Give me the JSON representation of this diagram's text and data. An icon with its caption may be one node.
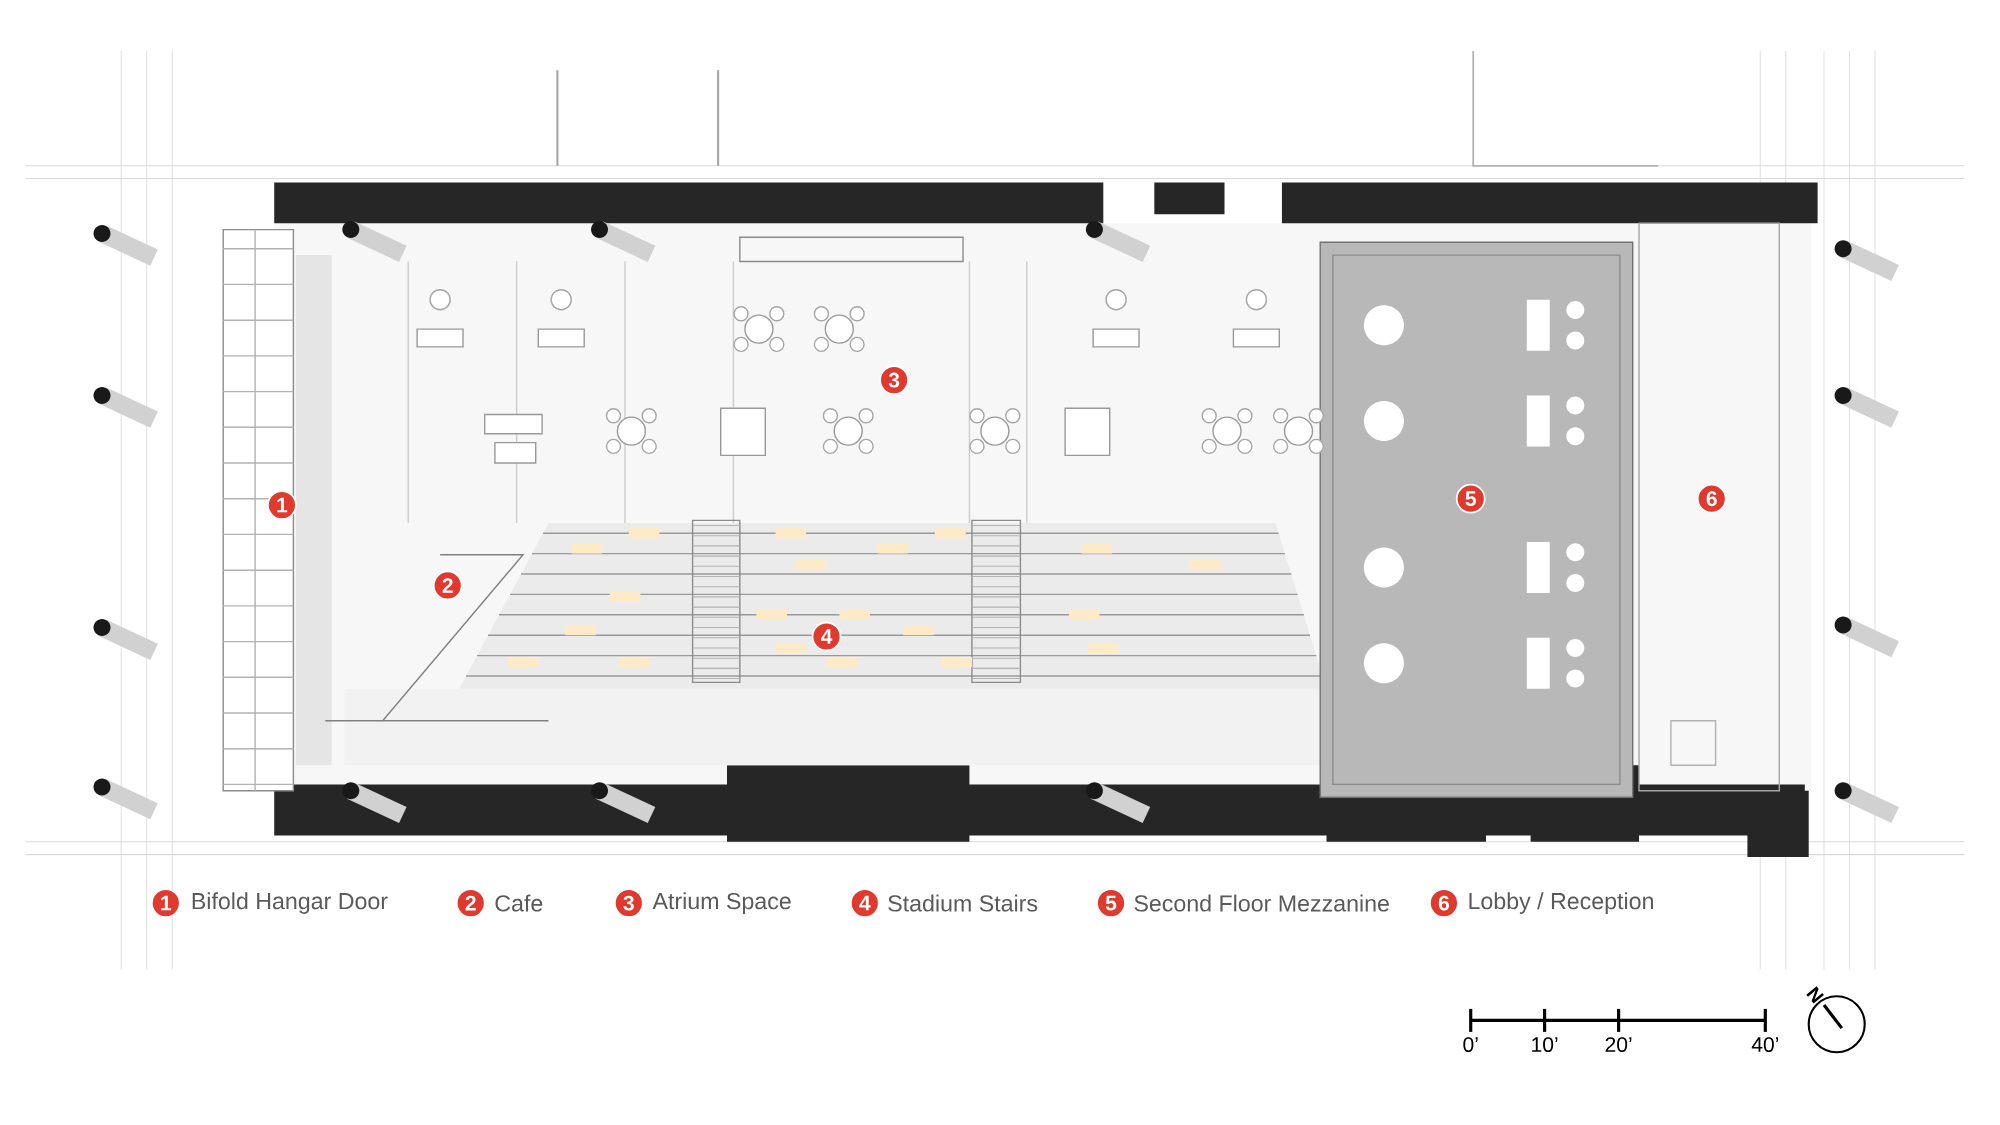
{
  "diagram": {
    "labels": [
      "3",
      "1",
      "5",
      "6",
      "2",
      "4",
      "1",
      "Bifold Hangar Door",
      "2",
      "Cafe",
      "3",
      "Atrium Space",
      "4",
      "Stadium Stairs",
      "5",
      "Second Floor Mezzanine",
      "6",
      "Lobby / Reception",
      "0’",
      "10’",
      "20’",
      "40’",
      "N"
    ]
  }
}
